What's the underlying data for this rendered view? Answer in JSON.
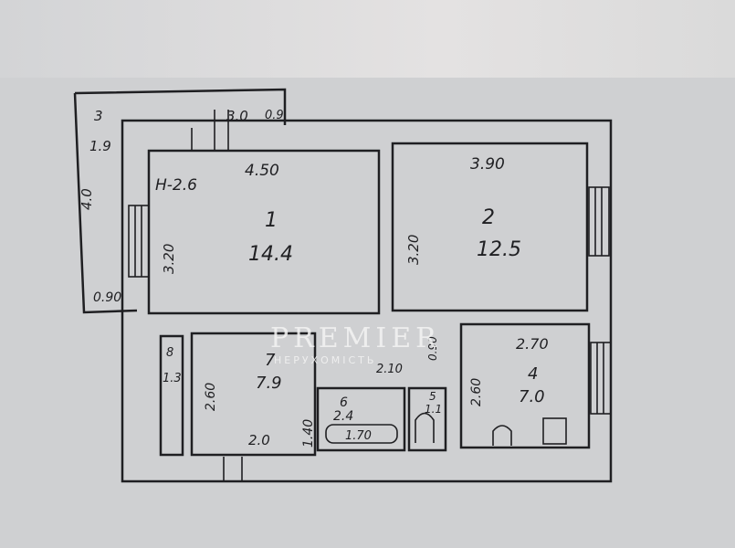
{
  "watermark": {
    "brand": "PREMIER",
    "subtitle": "НЕРУХОМІСТЬ"
  },
  "balcony": {
    "number": "3",
    "area": "1.9",
    "width": "3.0",
    "depth": "0.9",
    "length": "4.0",
    "side": "0.90"
  },
  "ceiling_height": "H-2.6",
  "rooms": [
    {
      "number": "1",
      "area": "14.4",
      "width": "4.50",
      "depth": "3.20"
    },
    {
      "number": "2",
      "area": "12.5",
      "width": "3.90",
      "depth": "3.20"
    },
    {
      "number": "7",
      "area": "7.9",
      "depth": "2.60",
      "width": "2.0",
      "side": "1.40"
    },
    {
      "number": "8",
      "area": "1.3"
    },
    {
      "number": "6",
      "area": "2.4",
      "width": "2.10",
      "bath": "1.70"
    },
    {
      "number": "5",
      "area": "1.1",
      "depth": "0.90"
    },
    {
      "number": "4",
      "area": "7.0",
      "width": "2.70",
      "depth": "2.60"
    }
  ]
}
